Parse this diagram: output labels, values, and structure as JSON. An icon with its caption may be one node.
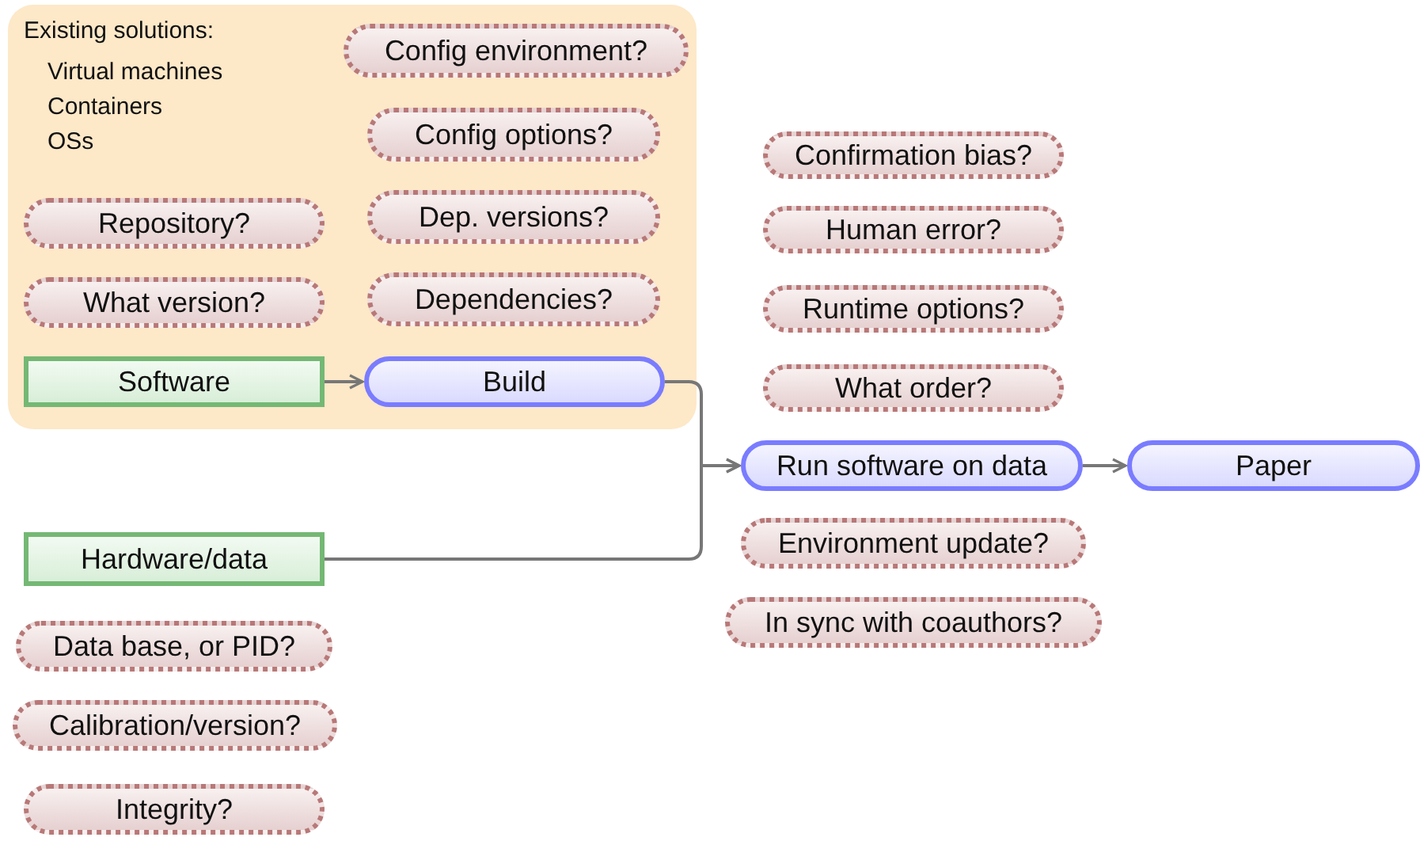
{
  "diagram": {
    "nodes": [
      {
        "text": [
          "Existing solutions:",
          "Virtual machines",
          "Containers",
          "OSs"
        ]
      },
      {
        "text": [
          "Config environment?"
        ],
        "in": 0
      },
      {
        "text": [
          "Config options?"
        ],
        "in": 0
      },
      {
        "text": [
          "Repository?"
        ],
        "in": 0
      },
      {
        "text": [
          "Dep. versions?"
        ],
        "in": 0
      },
      {
        "text": [
          "What version?"
        ],
        "in": 0
      },
      {
        "text": [
          "Dependencies?"
        ],
        "in": 0
      },
      {
        "text": [
          "Software"
        ],
        "in": 0
      },
      {
        "text": [
          "Build"
        ],
        "in": 0
      },
      {
        "text": [
          "Confirmation bias?"
        ]
      },
      {
        "text": [
          "Human error?"
        ]
      },
      {
        "text": [
          "Runtime options?"
        ]
      },
      {
        "text": [
          "What order?"
        ]
      },
      {
        "text": [
          "Run software on data"
        ]
      },
      {
        "text": [
          "Paper"
        ]
      },
      {
        "text": [
          "Environment update?"
        ]
      },
      {
        "text": [
          "In sync with coauthors?"
        ]
      },
      {
        "text": [
          "Hardware/data"
        ]
      },
      {
        "text": [
          "Data base, or PID?"
        ]
      },
      {
        "text": [
          "Calibration/version?"
        ]
      },
      {
        "text": [
          "Integrity?"
        ]
      }
    ],
    "edges": [
      {
        "from": 7,
        "to": 8,
        "arrow": "to"
      },
      {
        "from": 8,
        "to": 13,
        "arrow": "to"
      },
      {
        "from": 17,
        "to": 13,
        "arrow": "to"
      },
      {
        "from": 13,
        "to": 14,
        "arrow": "to"
      }
    ]
  }
}
